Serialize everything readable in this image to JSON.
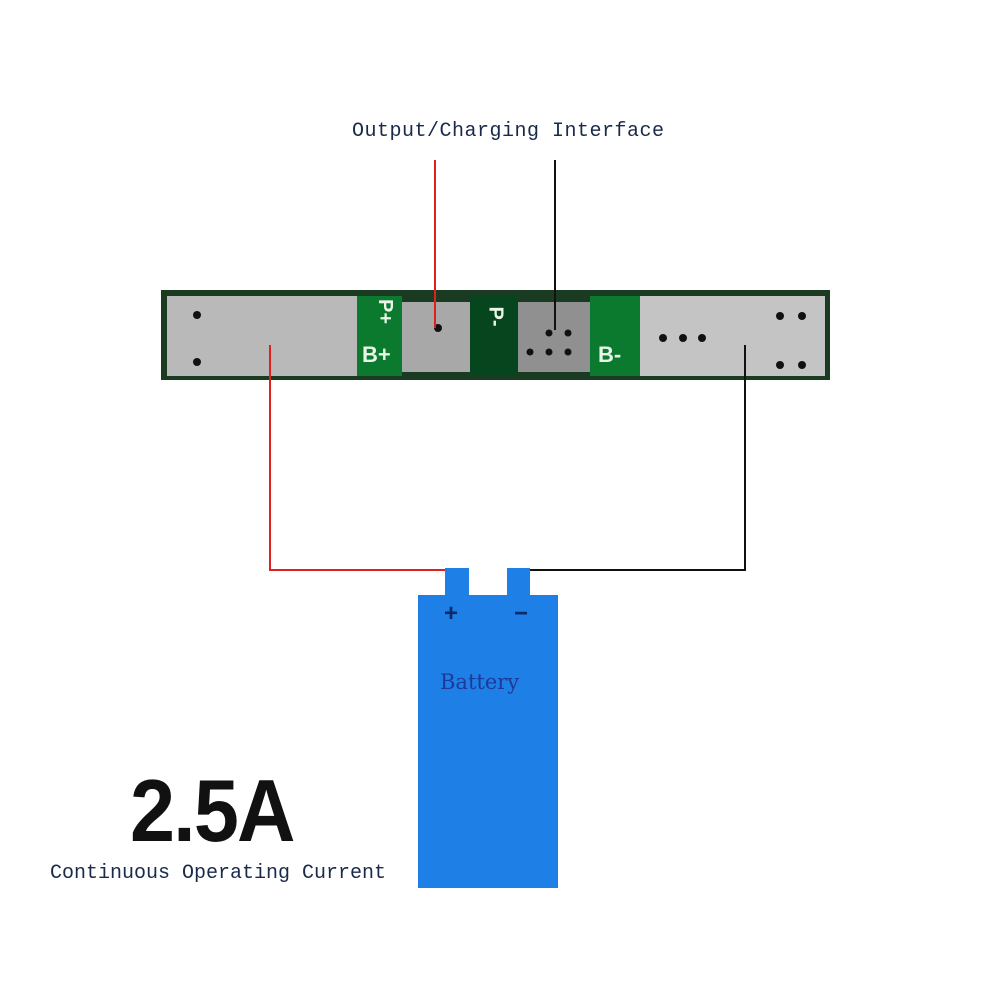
{
  "header": {
    "title": "Output/Charging Interface"
  },
  "board": {
    "labels": {
      "p_plus": "P+",
      "b_plus": "B+",
      "p_minus": "P-",
      "b_minus": "B-"
    }
  },
  "battery": {
    "label": "Battery",
    "plus": "+",
    "minus": "−",
    "color": "#1e7fe6"
  },
  "spec": {
    "current": "2.5A",
    "description": "Continuous Operating Current"
  },
  "colors": {
    "red_wire": "#e02020",
    "black_wire": "#111111",
    "pcb_green": "#0b7a2e"
  }
}
